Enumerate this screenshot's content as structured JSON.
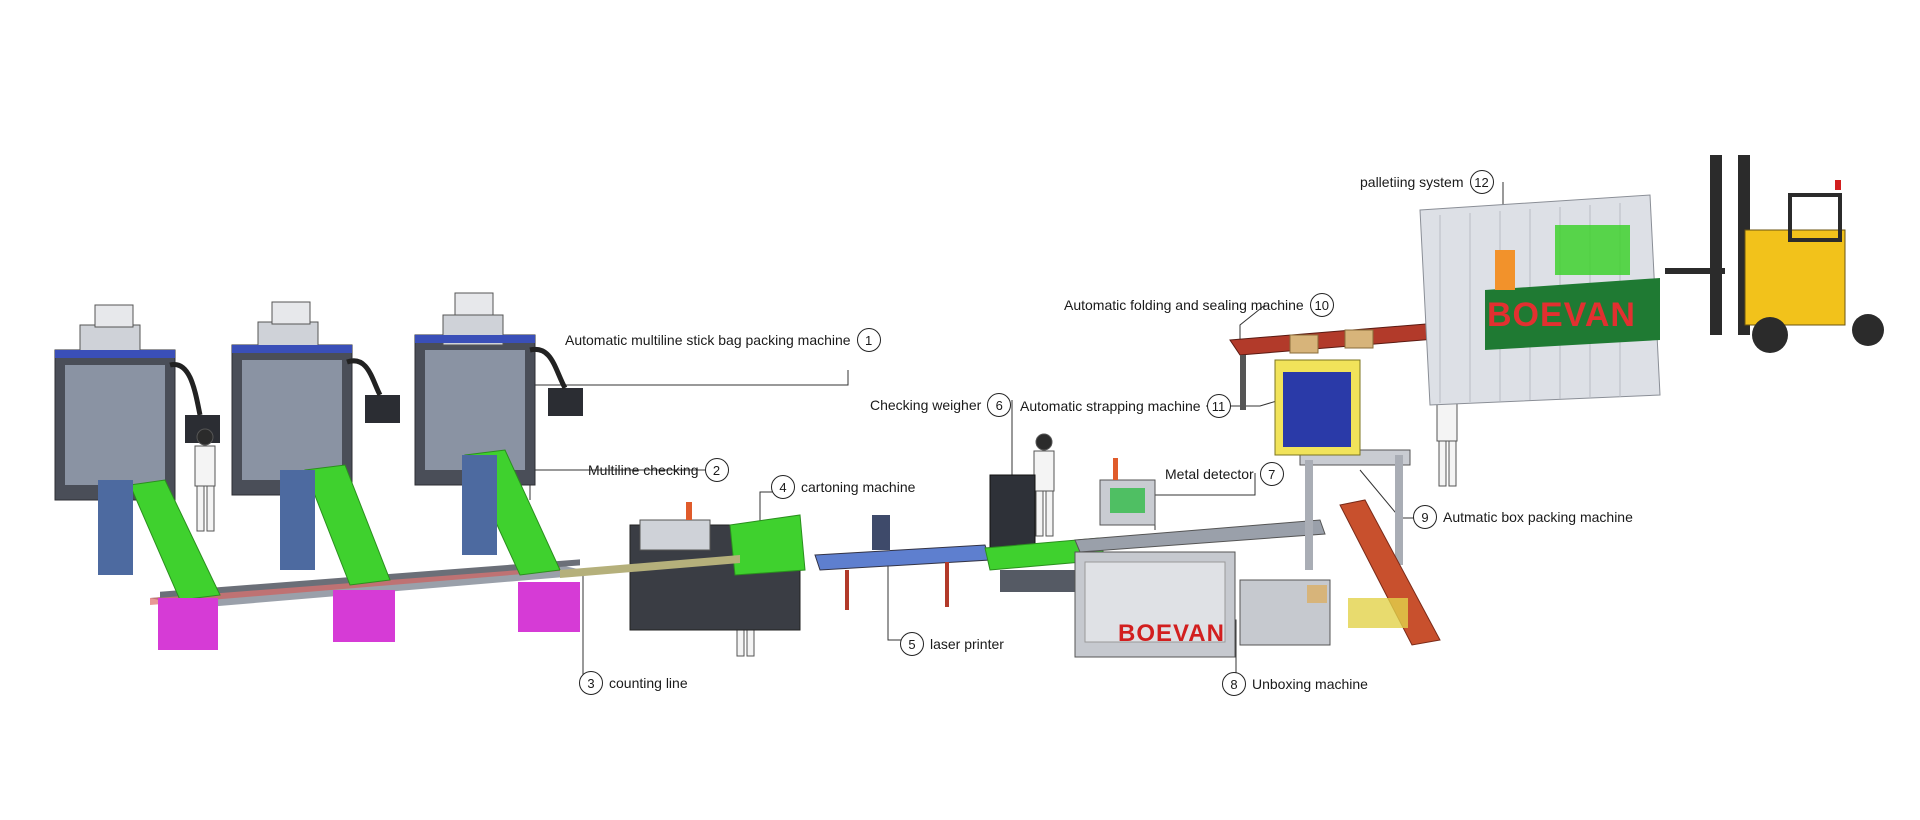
{
  "callouts": [
    {
      "num": "1",
      "label": "Automatic  multiline stick bag packing machine"
    },
    {
      "num": "2",
      "label": "Multiline checking"
    },
    {
      "num": "3",
      "label": "counting line"
    },
    {
      "num": "4",
      "label": "cartoning machine"
    },
    {
      "num": "5",
      "label": "laser printer"
    },
    {
      "num": "6",
      "label": "Checking weigher"
    },
    {
      "num": "7",
      "label": "Metal detector"
    },
    {
      "num": "8",
      "label": "Unboxing machine"
    },
    {
      "num": "9",
      "label": "Autmatic box packing machine"
    },
    {
      "num": "10",
      "label": "Automatic folding and sealing machine"
    },
    {
      "num": "11",
      "label": "Automatic strapping machine"
    },
    {
      "num": "12",
      "label": "palletiing system"
    }
  ],
  "brand": {
    "text": "BOEVAN"
  },
  "colors": {
    "conveyor_green": "#3fd12e",
    "bin_magenta": "#d63bd6",
    "frame_gray": "#6b6f78",
    "machine_dark": "#3a3d44",
    "forklift_yellow": "#f2c21b",
    "conveyor_red": "#b23a2a",
    "fence_gray": "#b9bcc4",
    "brand_green": "#1f7a33"
  }
}
